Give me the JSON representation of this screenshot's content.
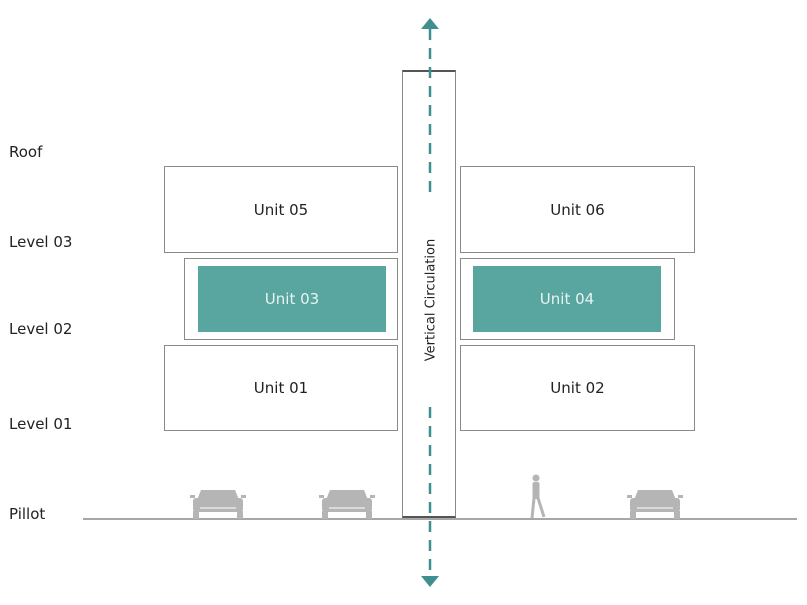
{
  "levels": {
    "roof": "Roof",
    "level03": "Level 03",
    "level02": "Level 02",
    "level01": "Level 01",
    "pillot": "Pillot"
  },
  "units": {
    "u05": "Unit 05",
    "u06": "Unit 06",
    "u03": "Unit 03",
    "u04": "Unit 04",
    "u01": "Unit 01",
    "u02": "Unit 02"
  },
  "core": {
    "label": "Vertical Circulation"
  },
  "colors": {
    "accent": "#59a59f",
    "arrow": "#3f8f8f",
    "outline": "#8a8a8a",
    "icon": "#b5b5b5"
  },
  "icons": [
    "car-icon",
    "car-icon",
    "person-icon",
    "car-icon"
  ]
}
